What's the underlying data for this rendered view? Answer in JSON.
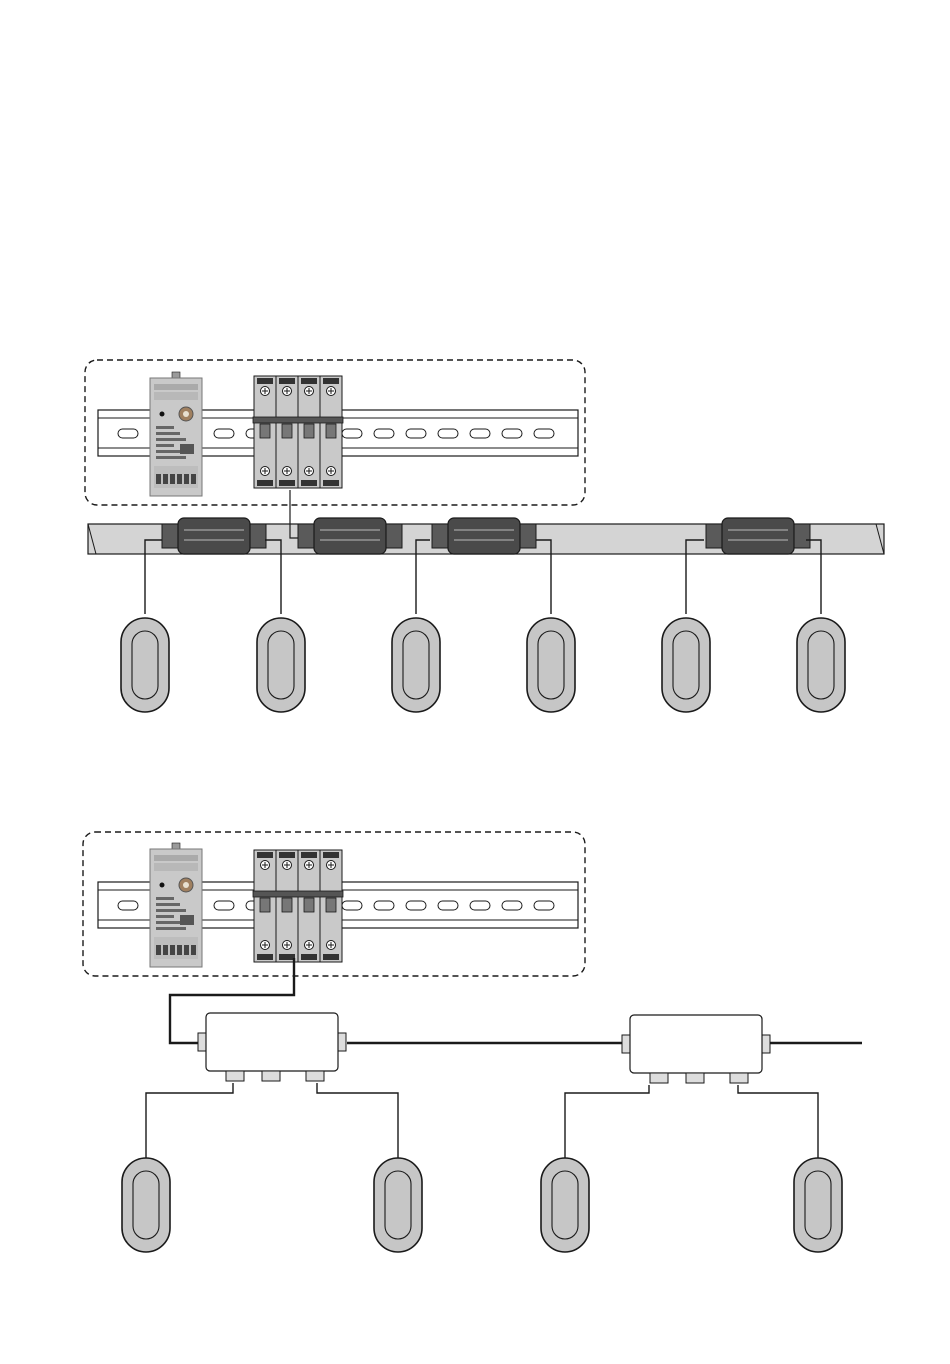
{
  "colors": {
    "stroke": "#1a1a1a",
    "panel_fill": "#d4d4d4",
    "module_fill": "#c9c9c9",
    "connector_fill": "#4a4a4a",
    "connector_band": "#2a2a2a",
    "sensor_fill": "#c6c6c6",
    "box_fill": "#ffffff",
    "background": "#ffffff"
  },
  "diagram_a": {
    "cabinet": {
      "components": [
        "gateway-module",
        "circuit-breaker-4pole",
        "din-rail"
      ]
    },
    "bus": {
      "type": "flat-cable",
      "connectors": 4
    },
    "sensors": 6
  },
  "diagram_b": {
    "cabinet": {
      "components": [
        "gateway-module",
        "circuit-breaker-4pole",
        "din-rail"
      ]
    },
    "bus": {
      "type": "round-cable",
      "junction_boxes": 2
    },
    "sensors": 4
  }
}
